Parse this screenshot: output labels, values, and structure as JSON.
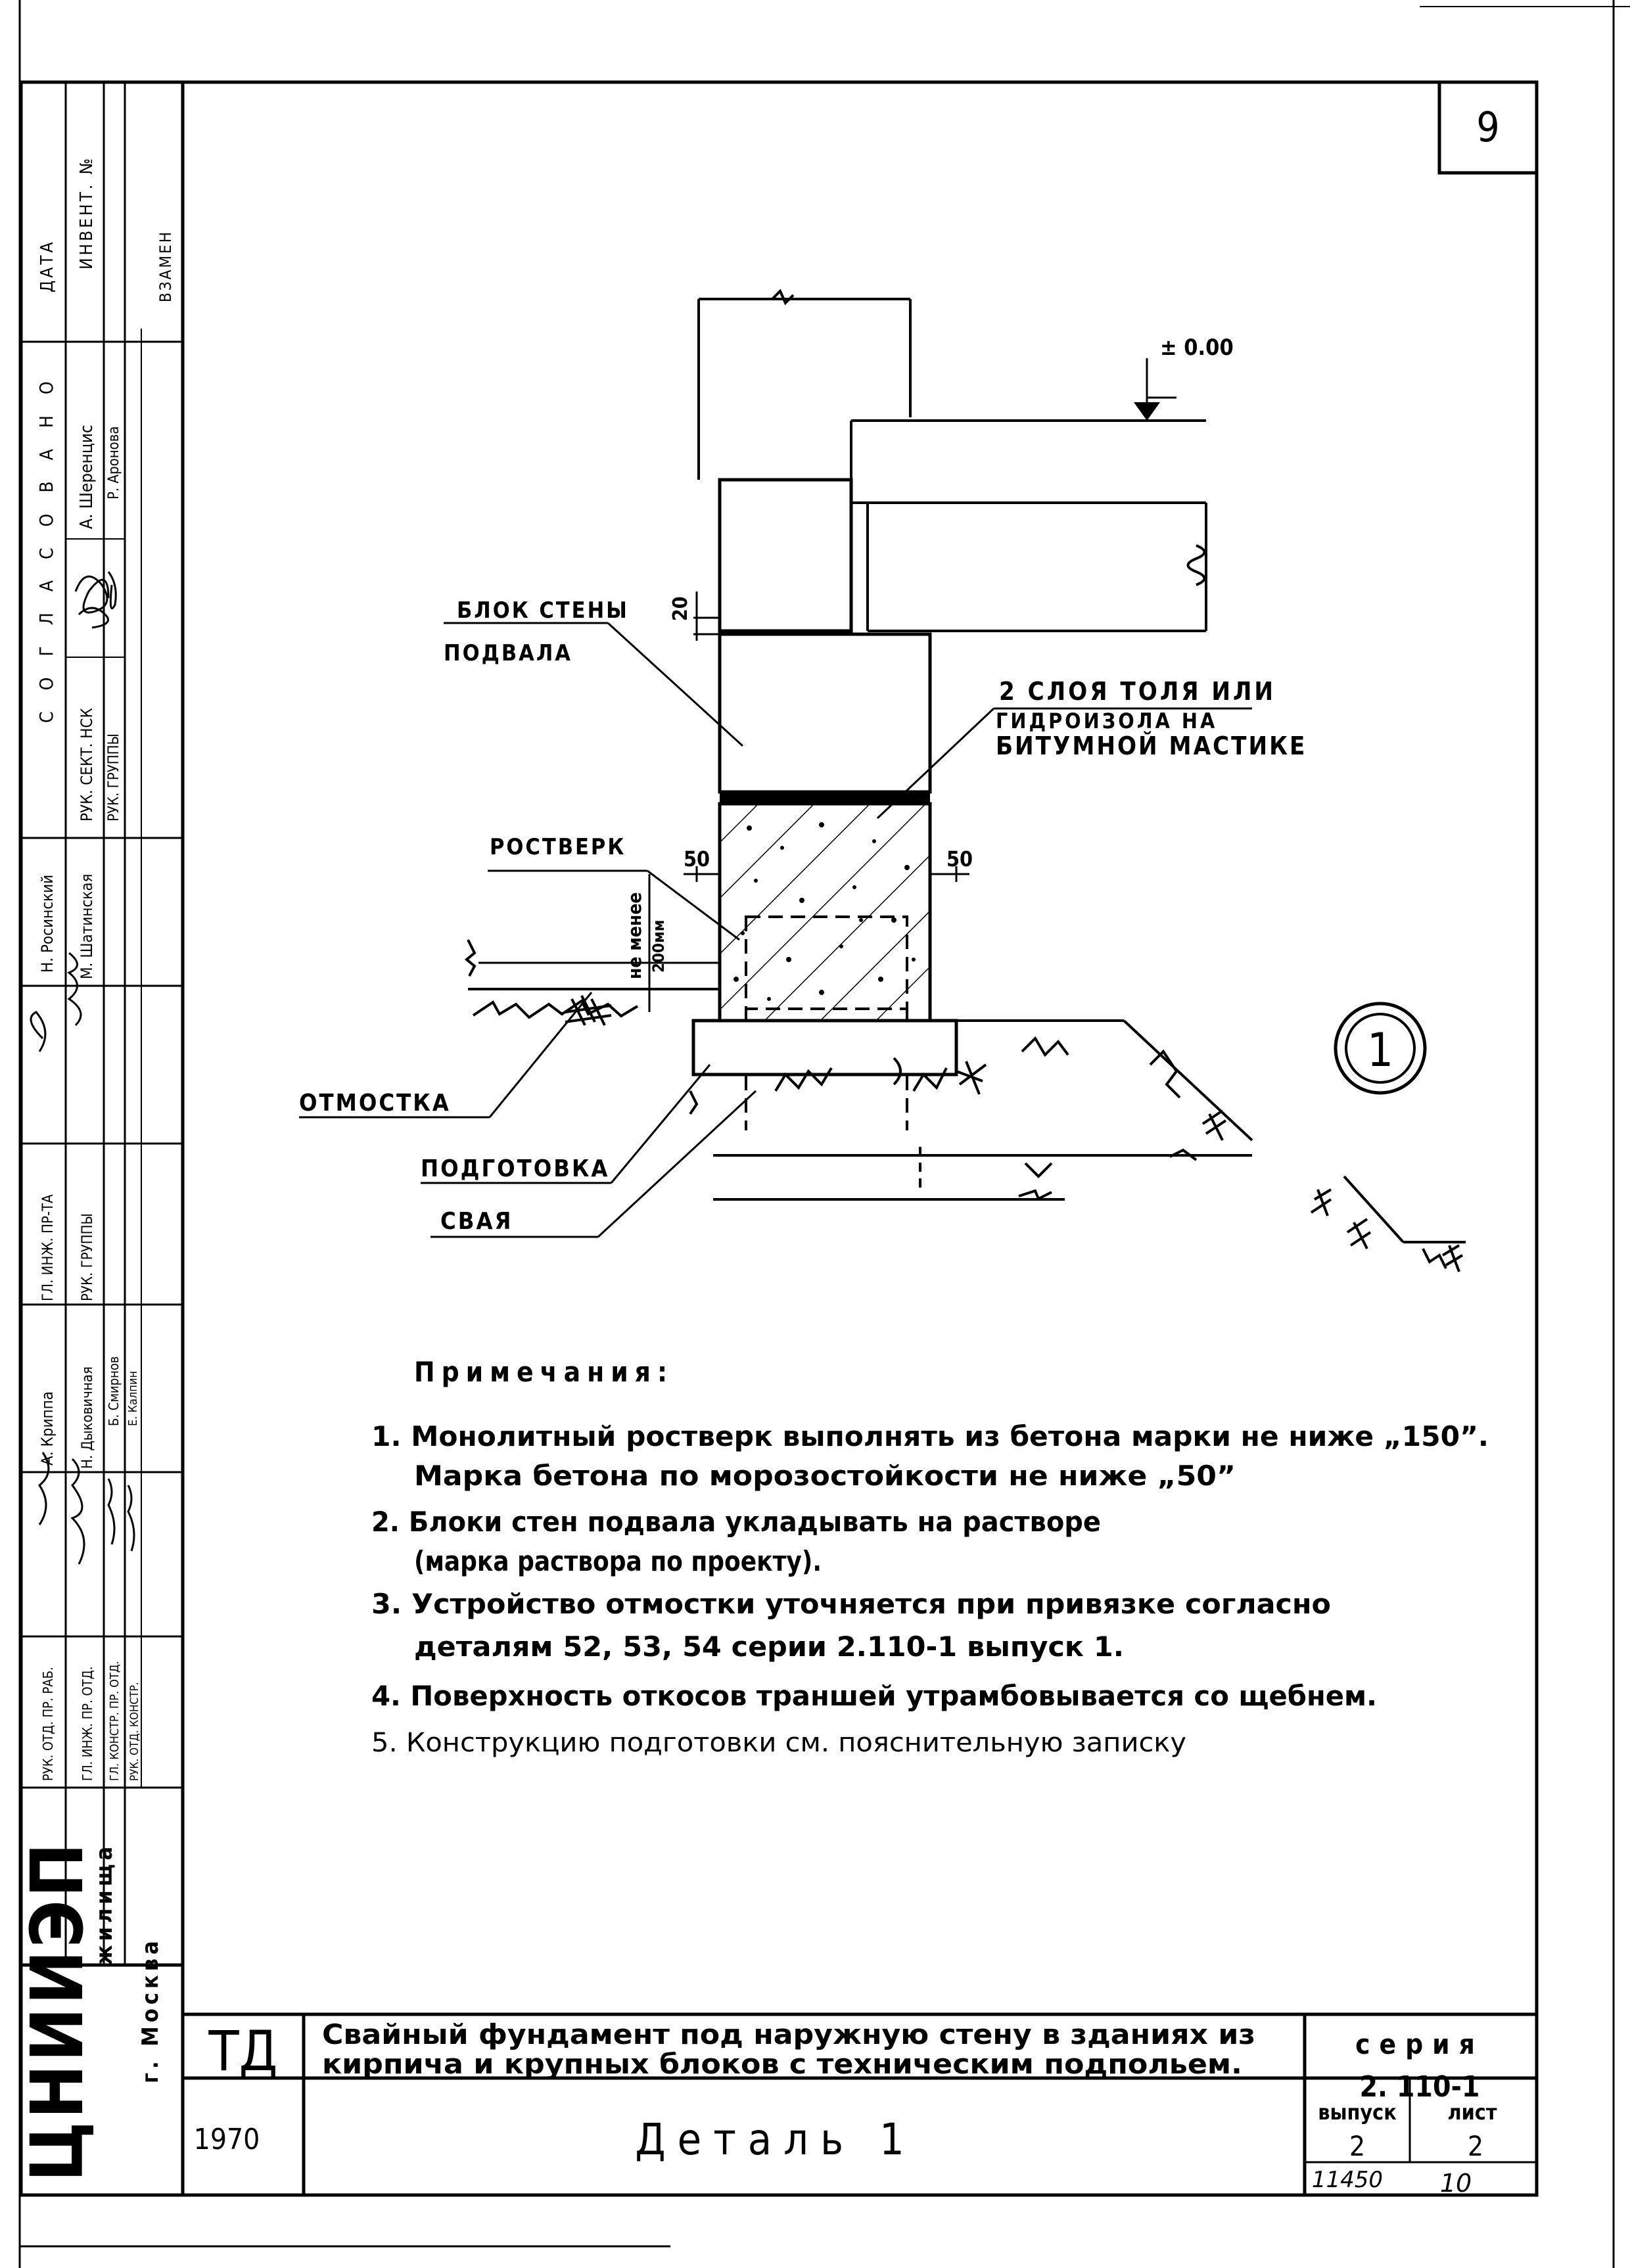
{
  "sheet_number": "9",
  "drawing": {
    "level_mark": "± 0.00",
    "dim_20": "20",
    "dim_50_left": "50",
    "dim_50_right": "50",
    "dim_min": [
      "не менее",
      "200мм"
    ],
    "detail_marker": "1",
    "labels": {
      "wall_block": [
        "БЛОК СТЕНЫ",
        "ПОДВАЛА"
      ],
      "waterproofing": [
        "2 СЛОЯ ТОЛЯ ИЛИ",
        "ГИДРОИЗОЛА НА",
        "БИТУМНОЙ МАСТИКЕ"
      ],
      "rostverk": "РОСТВЕРК",
      "otmostka": "ОТМОСТКА",
      "podgotovka": "ПОДГОТОВКА",
      "svaya": "СВАЯ"
    }
  },
  "notes": {
    "title": "Примечания:",
    "lines": [
      "1. Монолитный ростверк выполнять из бетона марки не ниже „150”.",
      "Марка бетона по морозостойкости не ниже „50”",
      "2. Блоки стен подвала укладывать на растворе",
      "(марка раствора по проекту).",
      "3. Устройство отмостки уточняется при привязке согласно",
      "деталям 52, 53, 54 серии 2.110-1 выпуск 1.",
      "4. Поверхность откосов траншей утрамбовывается со щебнем.",
      "5. Конструкцию подготовки см. пояснительную записку"
    ]
  },
  "side_stamp": {
    "header": "СОГЛАСОВАНО",
    "date_label": "ДАТА",
    "inv_label": "ИНВЕНТ. №",
    "vzamen_label": "ВЗАМЕН",
    "approvals": [
      {
        "role": "РУК. СЕКТ. НСК",
        "name": "А. Шеренцис"
      },
      {
        "role": "РУК. ГРУППЫ",
        "name": "Р. Аронова"
      }
    ],
    "roles_top": [
      "ГЛ. ИНЖ. ПР-ТА",
      "РУК. ГРУППЫ"
    ],
    "names_top": [
      "Н. Росинский",
      "М. Шатинская"
    ],
    "roles": [
      "РУК. ОТД. ПР. РАБ.",
      "ГЛ. ИНЖ. ПР. ОТД.",
      "ГЛ. КОНСТР. ПР. ОТД.",
      "РУК. ОТД. КОНСТР."
    ],
    "names": [
      "А. Криппа",
      "Н. Дыковичная",
      "Б. Смирнов",
      "Е. Калпин"
    ],
    "org_logo": "ЦНИИЭП",
    "org_name": [
      "жилища",
      "г. Москва"
    ]
  },
  "title_block": {
    "td": "ТД",
    "year": "1970",
    "title": [
      "Свайный фундамент под наружную стену в зданиях из",
      "кирпича и крупных блоков с техническим подпольем."
    ],
    "detail": "Деталь 1",
    "series_label": "серия",
    "series_value": "2. 110-1",
    "issue_label": "выпуск",
    "issue_value": "2",
    "sheet_label": "лист",
    "sheet_value": "2",
    "foot_left": "11450",
    "foot_right": "10"
  },
  "colors": {
    "ink": "#000000",
    "paper": "#ffffff"
  }
}
